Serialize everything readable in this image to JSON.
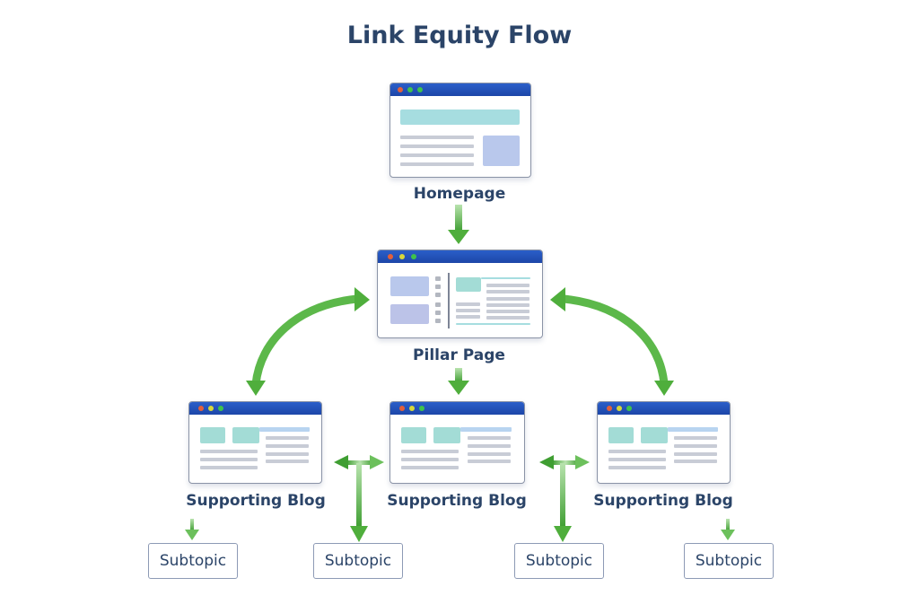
{
  "title": "Link Equity Flow",
  "nodes": {
    "homepage": "Homepage",
    "pillar": "Pillar Page",
    "blog_left": "Supporting Blog",
    "blog_center": "Supporting Blog",
    "blog_right": "Supporting Blog"
  },
  "subtopics": [
    "Subtopic",
    "Subtopic",
    "Subtopic",
    "Subtopic"
  ],
  "colors": {
    "accent": "#2b4468",
    "arrow": "#4fae3c",
    "titlebar": "#1d46a8"
  }
}
